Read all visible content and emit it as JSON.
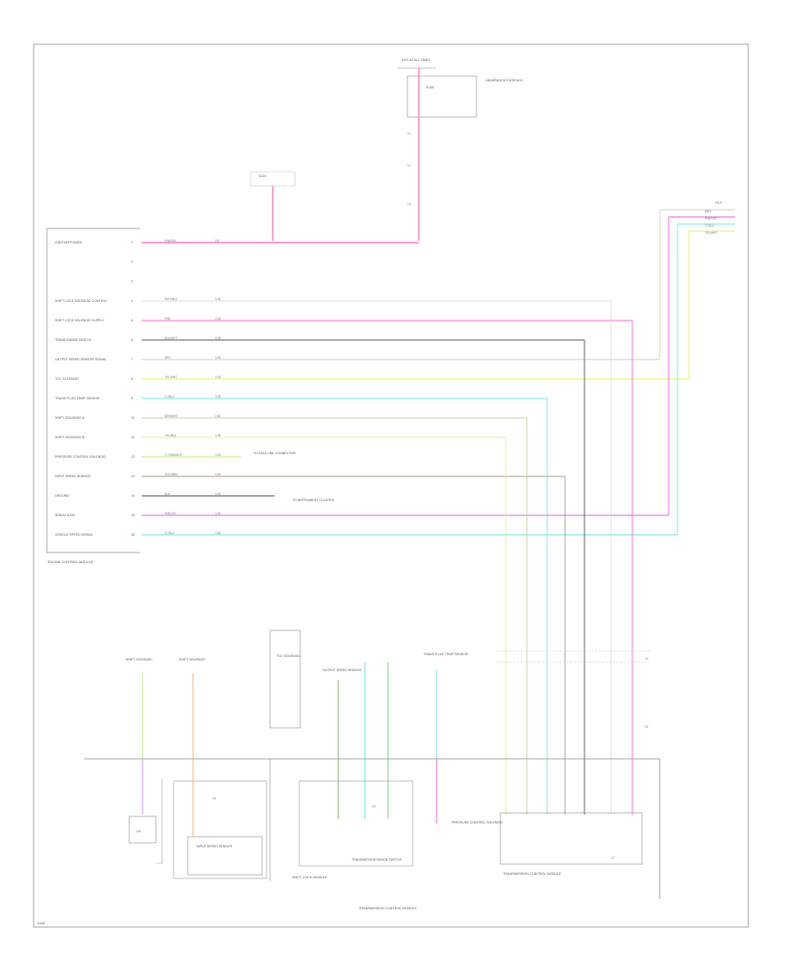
{
  "modules": {
    "ecm": {
      "title": "ENGINE CONTROL MODULE"
    },
    "slide_lock": {
      "title": "SHIFT LOCK MODULE"
    },
    "tcm": {
      "title": "TRANSMISSION CONTROL MODULE"
    }
  },
  "top_fuse": {
    "label": "HOT AT ALL TIMES",
    "fuse": "FUSE",
    "note": "UNDERHOOD FUSE BOX"
  },
  "left_splice": {
    "label": "S210"
  },
  "connectors": {
    "c1": "C1",
    "c2": "C2",
    "c3": "C3",
    "c4": "C4",
    "c5": "C5",
    "c6": "C6",
    "c7": "C7",
    "c8": "C8",
    "c9": "C9"
  },
  "pins": [
    {
      "label": "IGNITION POWER",
      "num": "1",
      "color": "PNK/BLK",
      "wire": "0.8",
      "stroke": "#ff77c8"
    },
    {
      "label": "",
      "num": "2",
      "color": "",
      "wire": "",
      "stroke": ""
    },
    {
      "label": "",
      "num": "3",
      "color": "",
      "wire": "",
      "stroke": ""
    },
    {
      "label": "SHIFT LOCK SOLENOID CONTROL",
      "num": "4",
      "color": "WHT/BLU",
      "wire": "0.35",
      "stroke": "#dddddd"
    },
    {
      "label": "SHIFT LOCK SOLENOID SUPPLY",
      "num": "5",
      "color": "PNK",
      "wire": "0.35",
      "stroke": "#ff66dd"
    },
    {
      "label": "TRANS RANGE SWITCH",
      "num": "6",
      "color": "BLK/WHT",
      "wire": "0.35",
      "stroke": "#555555"
    },
    {
      "label": "OUTPUT SPEED SENSOR SIGNAL",
      "num": "7",
      "color": "WHT",
      "wire": "0.35",
      "stroke": "#cccccc"
    },
    {
      "label": "TCC SOLENOID",
      "num": "8",
      "color": "YEL/WHT",
      "wire": "0.35",
      "stroke": "#eeee55"
    },
    {
      "label": "TRANS FLUID TEMP SENSOR",
      "num": "9",
      "color": "LT BLU",
      "wire": "0.35",
      "stroke": "#66eeee"
    },
    {
      "label": "SHIFT SOLENOID A",
      "num": "10",
      "color": "BRN/WHT",
      "wire": "0.35",
      "stroke": "#cccc99"
    },
    {
      "label": "SHIFT SOLENOID B",
      "num": "11",
      "color": "YEL/BLK",
      "wire": "0.35",
      "stroke": "#eeee88"
    },
    {
      "label": "PRESSURE CONTROL SOLENOID",
      "num": "12",
      "color": "LT GRN/WHT",
      "wire": "0.35",
      "stroke": "#bbee66"
    },
    {
      "label": "INPUT SPEED SENSOR",
      "num": "13",
      "color": "GRY/BRN",
      "wire": "0.35",
      "stroke": "#aa9988"
    },
    {
      "label": "GROUND",
      "num": "14",
      "color": "BLK",
      "wire": "0.35",
      "stroke": "#444444"
    },
    {
      "label": "SERIAL DATA",
      "num": "15",
      "color": "PNK/VIO",
      "wire": "0.35",
      "stroke": "#ee55dd"
    },
    {
      "label": "VEHICLE SPEED SIGNAL",
      "num": "16",
      "color": "LT BLU",
      "wire": "0.35",
      "stroke": "#66dddd"
    }
  ],
  "right_conn": {
    "title": "DLC",
    "entries": [
      {
        "label": "WHT"
      },
      {
        "label": "PNK/VIO"
      },
      {
        "label": "LT BLU"
      },
      {
        "label": "YEL/WHT"
      }
    ]
  },
  "side_notes": {
    "n1": "TO DATA LINK CONNECTOR",
    "n2": "TO INSTRUMENT CLUSTER"
  },
  "bottom_components": {
    "comp1": "SHIFT SOLENOID",
    "comp2": "SHIFT SOLENOID",
    "comp3": "INPUT SPEED SENSOR",
    "comp4": "TCC SOLENOID",
    "comp5": "OUTPUT SPEED SENSOR",
    "comp6": "TRANS FLUID TEMP SENSOR",
    "comp7": "PRESSURE CONTROL SOLENOID",
    "comp8": "TRANSMISSION RANGE SWITCH",
    "comp9": "TRANSMISSION CONTROL MODULE"
  },
  "footer": "G300"
}
